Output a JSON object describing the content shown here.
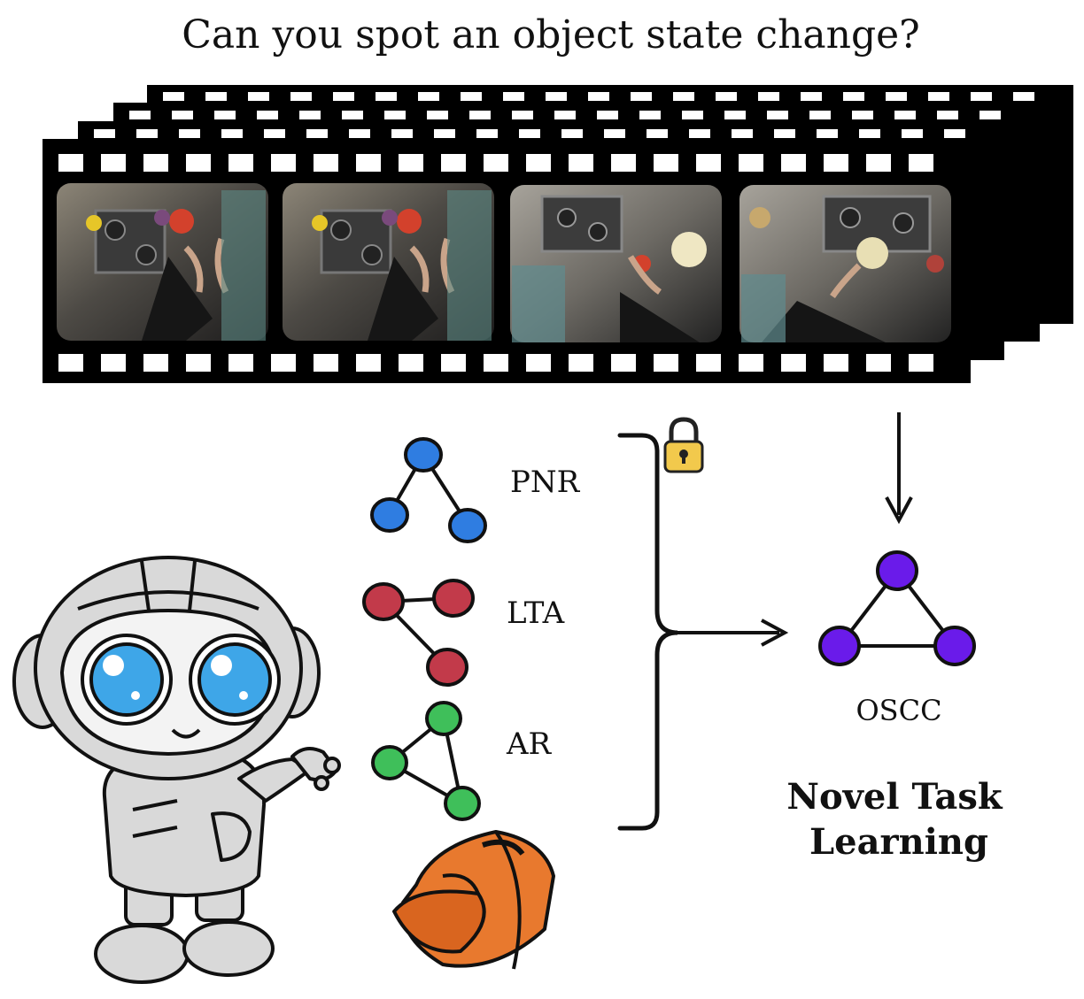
{
  "title": "Can you spot an object state change?",
  "tasks": [
    {
      "label": "PNR",
      "color": "#2f7de1"
    },
    {
      "label": "LTA",
      "color": "#c23a4a"
    },
    {
      "label": "AR",
      "color": "#3fbf5a"
    }
  ],
  "target": {
    "label": "OSCC",
    "color": "#6a1bea"
  },
  "caption": {
    "line1": "Novel Task",
    "line2": "Learning"
  },
  "icons": [
    "film-strip-icon",
    "lock-icon",
    "robot-icon",
    "backpack-icon"
  ],
  "colors": {
    "film": "#000000",
    "lock_body": "#f2c94c",
    "backpack": "#e8792e",
    "robot_eye": "#3ea6e8",
    "robot_body": "#d9d9d9"
  }
}
